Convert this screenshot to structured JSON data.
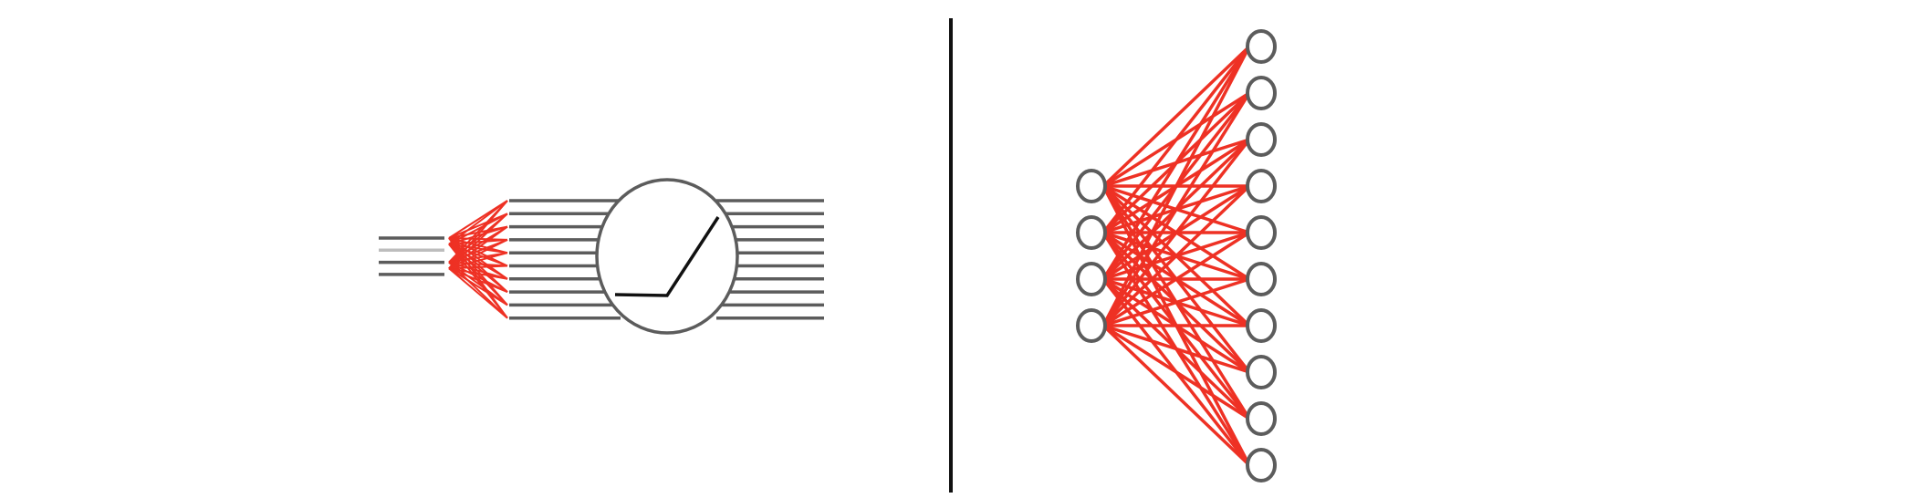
{
  "colors": {
    "background": "#ffffff",
    "wire": "#5c5c5c",
    "wire_muted": "#bdbdbd",
    "connection": "#ee3124",
    "activation": "#111111",
    "divider": "#111111"
  },
  "left_panel": {
    "inputs": [
      {
        "style": "dark"
      },
      {
        "style": "light"
      },
      {
        "style": "dark"
      },
      {
        "style": "dark"
      }
    ],
    "expanded_wire_count": 10,
    "output_wire_count": 10,
    "activation": "relu"
  },
  "right_panel": {
    "input_node_count": 4,
    "output_node_count": 10,
    "connectivity": "fully-connected"
  }
}
